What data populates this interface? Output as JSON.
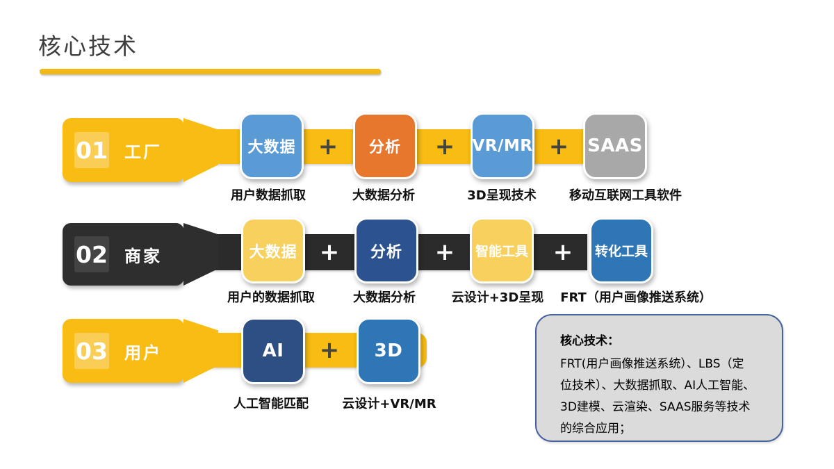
{
  "title": "核心技术",
  "rows": [
    {
      "number": "01",
      "label": "工厂",
      "plus": "+",
      "tiles": [
        {
          "label": "大数据",
          "caption": "用户数据抓取"
        },
        {
          "label": "分析",
          "caption": "大数据分析"
        },
        {
          "label": "VR/MR",
          "caption": "3D呈现技术"
        },
        {
          "label": "SAAS",
          "caption": "移动互联网工具软件"
        }
      ]
    },
    {
      "number": "02",
      "label": "商家",
      "plus": "+",
      "tiles": [
        {
          "label": "大数据",
          "caption": "用户的数据抓取"
        },
        {
          "label": "分析",
          "caption": "大数据分析"
        },
        {
          "label": "智能工具",
          "caption": "云设计+3D呈现"
        },
        {
          "label": "转化工具",
          "caption": "FRT（用户画像推送系统）"
        }
      ]
    },
    {
      "number": "03",
      "label": "用户",
      "plus": "+",
      "tiles": [
        {
          "label": "AI",
          "caption": "人工智能匹配"
        },
        {
          "label": "3D",
          "caption": "云设计+VR/MR"
        }
      ]
    }
  ],
  "callout": {
    "title": "核心技术：",
    "body": "FRT(用户画像推送系统）、LBS（定\n位技术）、大数据抓取、AI人工智能、\n3D建模、云渲染、SAAS服务等技术\n的综合应用；"
  },
  "colors": {
    "accent_yellow": "#f8bc12",
    "dark_band": "#2b2b2b",
    "tile_blue": "#5b9bd5",
    "tile_orange": "#e8772e",
    "tile_gray": "#a8a8a8",
    "tile_light_yellow": "#f7d05e",
    "tile_dark_blue": "#2c5290",
    "tile_medium_blue": "#2e76b5",
    "tile_navy": "#2e4f83",
    "callout_border": "#47639c",
    "callout_bg": "#dbdbdb",
    "title_text": "#3e3e3e"
  }
}
